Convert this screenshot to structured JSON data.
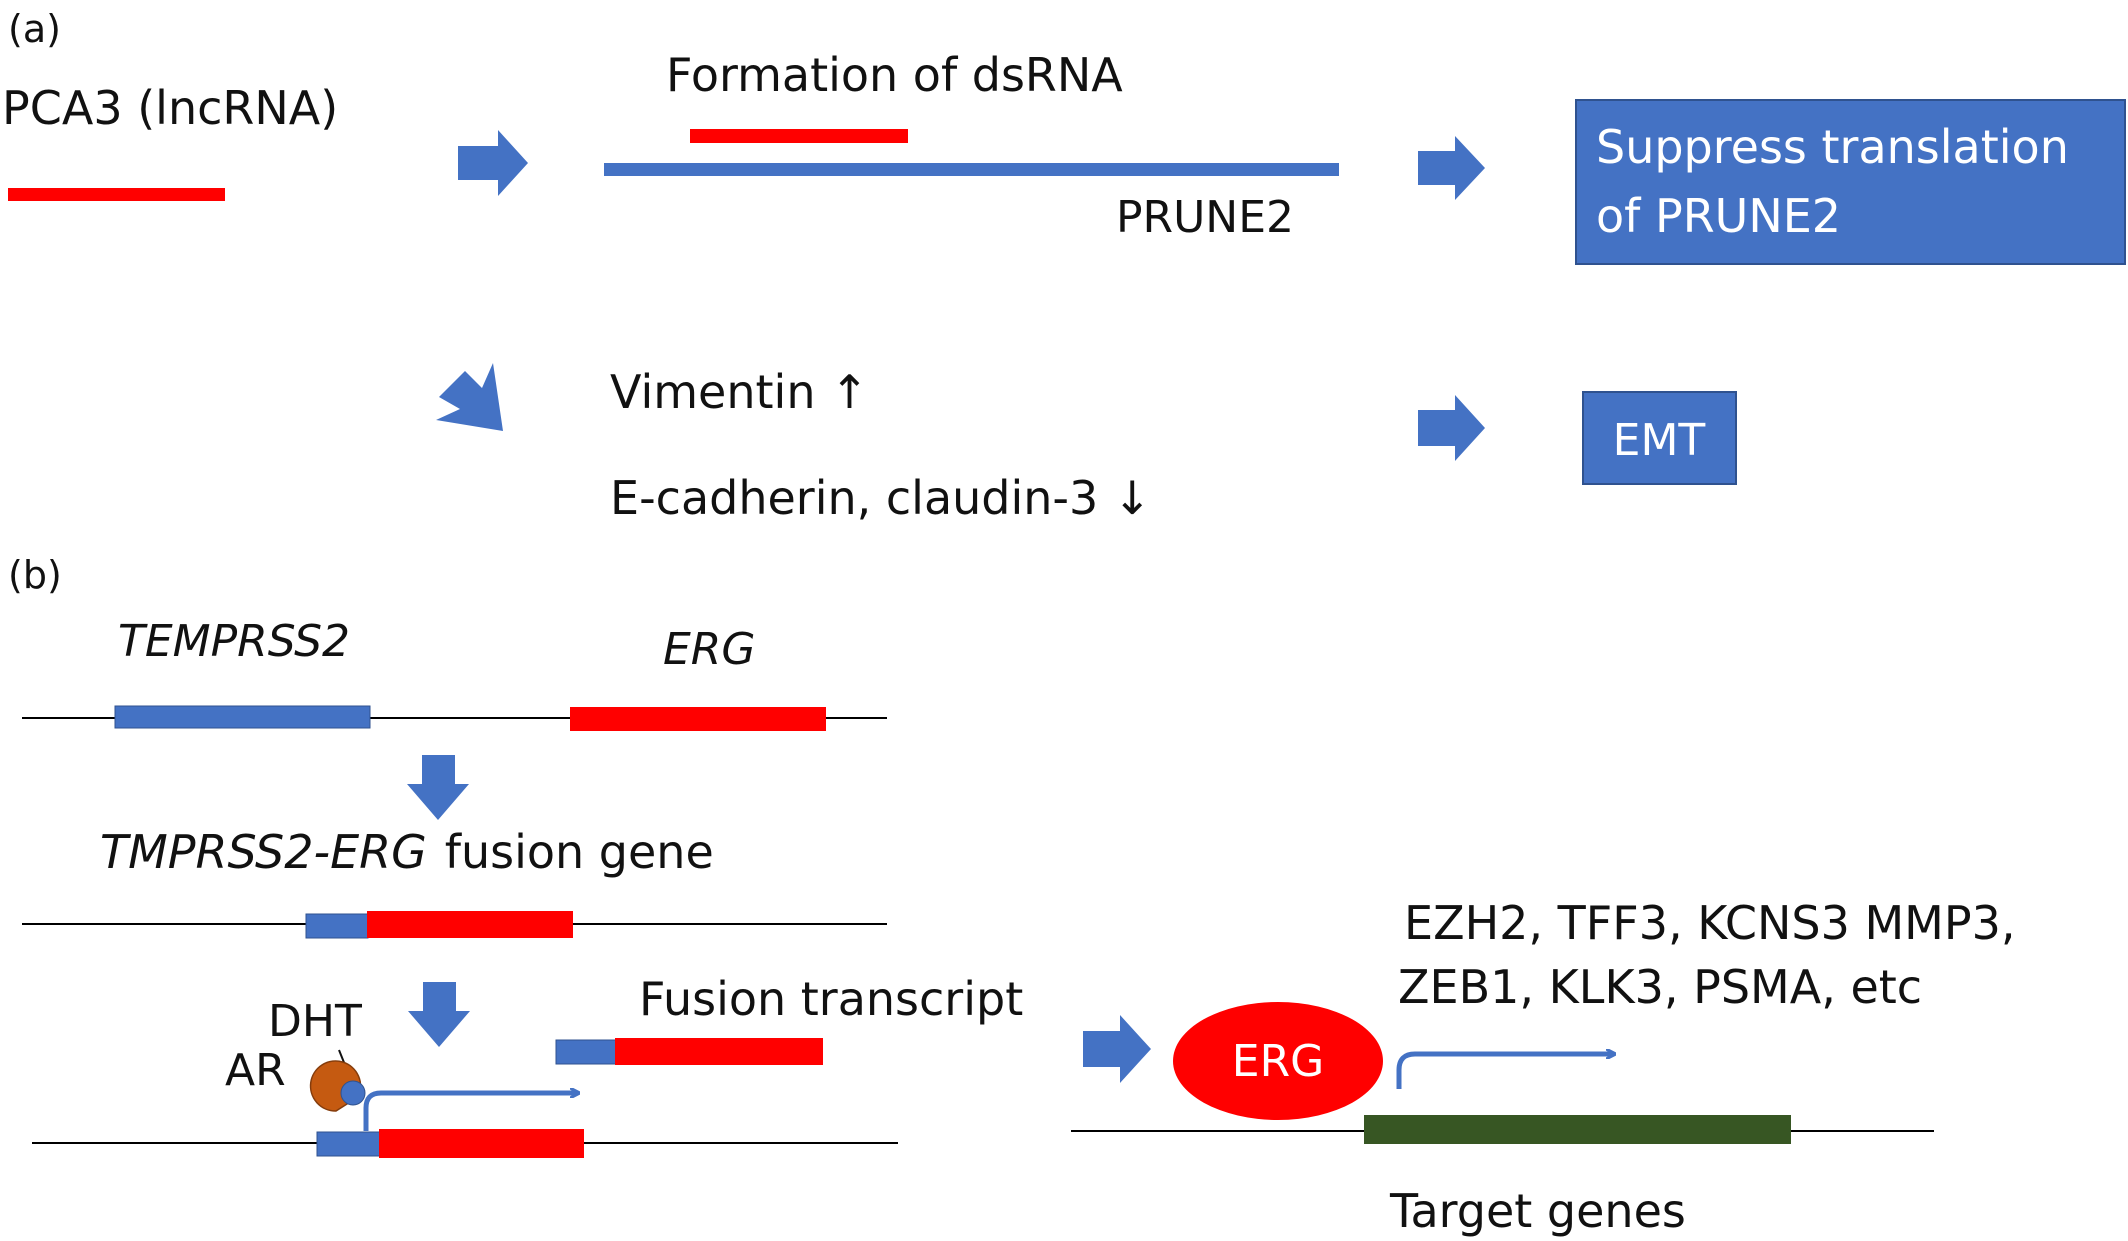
{
  "colors": {
    "blue": "#4472c4",
    "red": "#ff0000",
    "green": "#375623",
    "orange": "#c55a11",
    "line": "#000000",
    "box_border": "#2f528f"
  },
  "panel_a": {
    "label": "(a)",
    "pca3_label": "PCA3 (lncRNA)",
    "dsrna_label": "Formation of dsRNA",
    "prune2_label": "PRUNE2",
    "suppress_box": {
      "line1": "Suppress translation",
      "line2": "of PRUNE2"
    },
    "vimentin_label": "Vimentin ↑",
    "ecadherin_label": "E-cadherin, claudin-3 ↓",
    "emt_box": "EMT"
  },
  "panel_b": {
    "label": "(b)",
    "gene1_label": "TEMPRSS2",
    "gene2_label": "ERG",
    "fusion_gene_italic": "TMPRSS2-ERG",
    "fusion_gene_suffix": "fusion gene",
    "dht_label": "DHT",
    "ar_label": "AR",
    "fusion_transcript_label": "Fusion transcript",
    "erg_protein_label": "ERG",
    "targets_line1": "EZH2, TFF3, KCNS3 MMP3,",
    "targets_line2": "ZEB1, KLK3, PSMA, etc",
    "target_genes_label": "Target genes"
  }
}
